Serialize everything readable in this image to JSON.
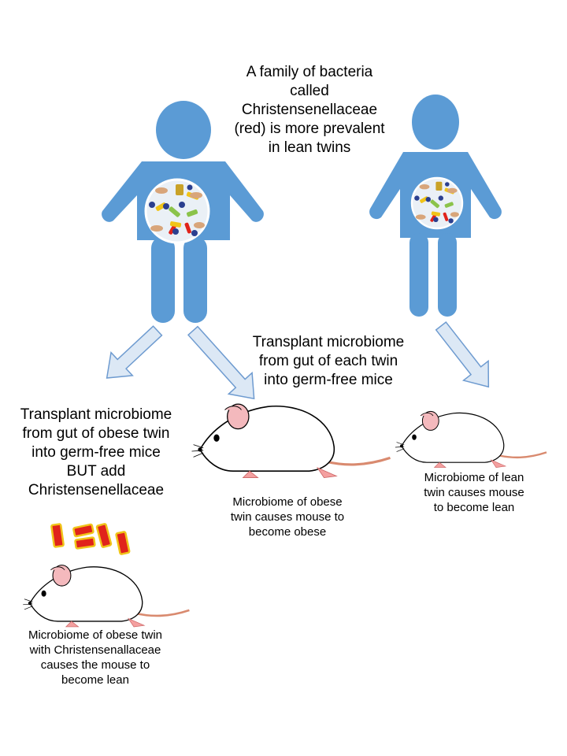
{
  "colors": {
    "person": "#5b9bd5",
    "arrow_fill": "#dce8f5",
    "arrow_stroke": "#6e9bd0",
    "bacteria_red": "#e0231b",
    "ear_pink": "#f4b9bd",
    "gut_bg": "#eaf0f6"
  },
  "icons": [
    "person-icon",
    "gut-microbiome-icon",
    "mouse-icon",
    "bacteria-icon",
    "arrow-icon"
  ],
  "labels": {
    "top_caption": "A family of bacteria\ncalled\nChristensenellaceae\n(red) is more prevalent\nin lean twins",
    "transplant_each": "Transplant microbiome\nfrom gut of each twin\ninto germ-free mice",
    "transplant_obese": "Transplant microbiome\nfrom gut of obese twin\ninto germ-free mice\nBUT add\nChristensenellaceae",
    "obese_mouse": "Microbiome of obese\ntwin causes mouse to\nbecome obese",
    "lean_mouse": "Microbiome of lean\ntwin causes mouse\nto become lean",
    "christ_mouse": "Microbiome of obese twin\nwith Christensenallaceae\ncauses the mouse to\nbecome lean"
  }
}
